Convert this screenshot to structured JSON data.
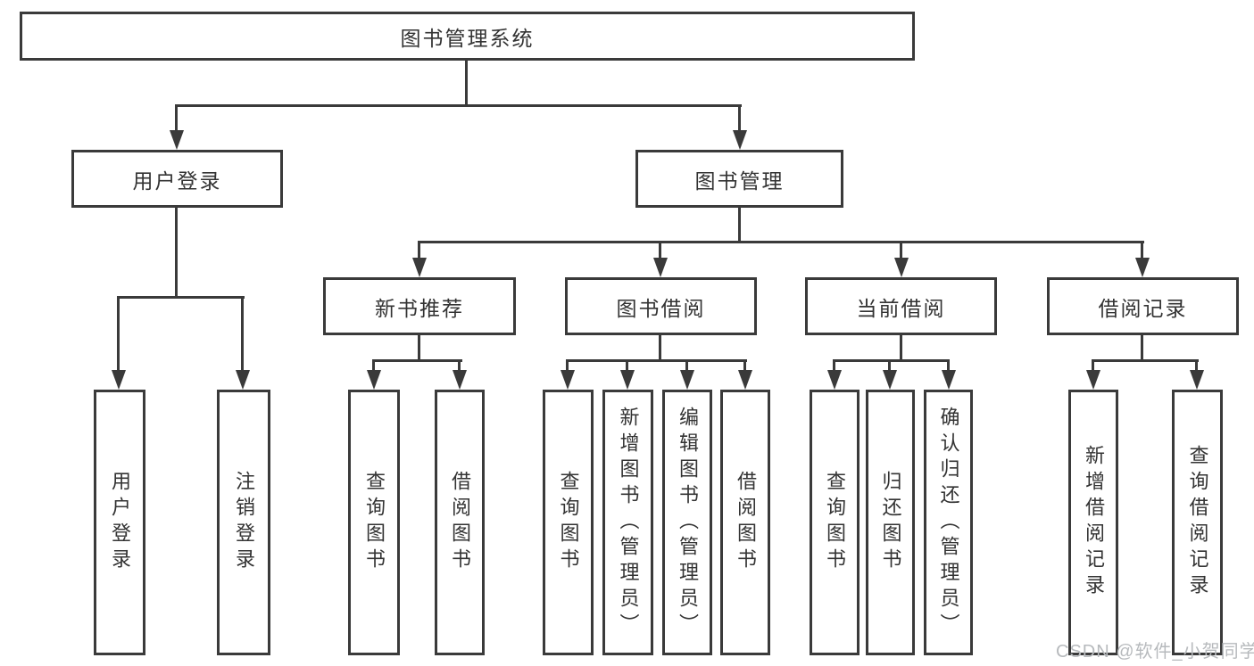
{
  "watermark": "CSDN @软件_小贺同学",
  "colors": {
    "line": "#3a3a3a",
    "text": "#333333",
    "watermark": "#b7babd",
    "background": "#ffffff"
  },
  "tree": {
    "root": {
      "label": "图书管理系统",
      "children": [
        {
          "label": "用户登录",
          "children": [
            {
              "label": "用户登录"
            },
            {
              "label": "注销登录"
            }
          ]
        },
        {
          "label": "图书管理",
          "children": [
            {
              "label": "新书推荐",
              "children": [
                {
                  "label": "查询图书"
                },
                {
                  "label": "借阅图书"
                }
              ]
            },
            {
              "label": "图书借阅",
              "children": [
                {
                  "label": "查询图书"
                },
                {
                  "label": "新增图书（管理员）"
                },
                {
                  "label": "编辑图书（管理员）"
                },
                {
                  "label": "借阅图书"
                }
              ]
            },
            {
              "label": "当前借阅",
              "children": [
                {
                  "label": "查询图书"
                },
                {
                  "label": "归还图书"
                },
                {
                  "label": "确认归还（管理员）"
                }
              ]
            },
            {
              "label": "借阅记录",
              "children": [
                {
                  "label": "新增借阅记录"
                },
                {
                  "label": "查询借阅记录"
                }
              ]
            }
          ]
        }
      ]
    }
  }
}
